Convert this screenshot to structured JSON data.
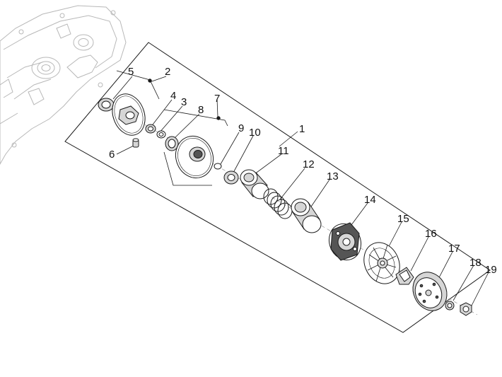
{
  "diagram": {
    "colors": {
      "line": "#1a1a1a",
      "fill": "#ffffff",
      "shade": "#d6d6d6",
      "dark": "#555555",
      "ghost": "#b8b8b8"
    },
    "callouts": [
      {
        "id": "1",
        "text": "1"
      },
      {
        "id": "2",
        "text": "2"
      },
      {
        "id": "3",
        "text": "3"
      },
      {
        "id": "4",
        "text": "4"
      },
      {
        "id": "5",
        "text": "5"
      },
      {
        "id": "6",
        "text": "6"
      },
      {
        "id": "7",
        "text": "7"
      },
      {
        "id": "8",
        "text": "8"
      },
      {
        "id": "9",
        "text": "9"
      },
      {
        "id": "10",
        "text": "10"
      },
      {
        "id": "11",
        "text": "11"
      },
      {
        "id": "12",
        "text": "12"
      },
      {
        "id": "13",
        "text": "13"
      },
      {
        "id": "14",
        "text": "14"
      },
      {
        "id": "15",
        "text": "15"
      },
      {
        "id": "16",
        "text": "16"
      },
      {
        "id": "17",
        "text": "17"
      },
      {
        "id": "18",
        "text": "18"
      },
      {
        "id": "19",
        "text": "19"
      }
    ]
  }
}
